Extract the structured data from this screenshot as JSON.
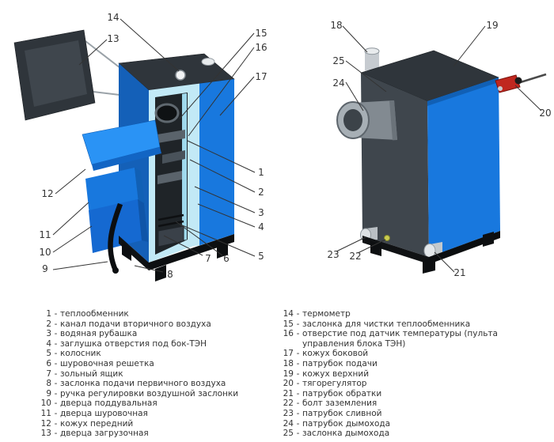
{
  "diagram": {
    "callouts": [
      "1",
      "2",
      "3",
      "4",
      "5",
      "6",
      "7",
      "8",
      "9",
      "10",
      "11",
      "12",
      "13",
      "14",
      "15",
      "16",
      "17",
      "18",
      "19",
      "20",
      "21",
      "22",
      "23",
      "24",
      "25"
    ]
  },
  "legend": {
    "sep": "-",
    "left": [
      {
        "num": "1",
        "text": "теплообменник"
      },
      {
        "num": "2",
        "text": "канал подачи вторичного воздуха"
      },
      {
        "num": "3",
        "text": "водяная рубашка"
      },
      {
        "num": "4",
        "text": "заглушка отверстия под бок-ТЭН"
      },
      {
        "num": "5",
        "text": "колосник"
      },
      {
        "num": "6",
        "text": "шуровочная решетка"
      },
      {
        "num": "7",
        "text": "зольный ящик"
      },
      {
        "num": "8",
        "text": "заслонка подачи первичного воздуха"
      },
      {
        "num": "9",
        "text": "ручка регулировки воздушной заслонки"
      },
      {
        "num": "10",
        "text": "дверца поддувальная"
      },
      {
        "num": "11",
        "text": "дверца шуровочная"
      },
      {
        "num": "12",
        "text": "кожух передний"
      },
      {
        "num": "13",
        "text": "дверца загрузочная"
      }
    ],
    "right": [
      {
        "num": "14",
        "text": "термометр"
      },
      {
        "num": "15",
        "text": "заслонка для чистки теплообменника"
      },
      {
        "num": "16",
        "text": "отверстие под датчик температуры (пульта управления блока ТЭН)"
      },
      {
        "num": "17",
        "text": "кожух боковой"
      },
      {
        "num": "18",
        "text": "патрубок подачи"
      },
      {
        "num": "19",
        "text": "кожух верхний"
      },
      {
        "num": "20",
        "text": "тягорегулятор"
      },
      {
        "num": "21",
        "text": "патрубок обратки"
      },
      {
        "num": "22",
        "text": "болт заземления"
      },
      {
        "num": "23",
        "text": "патрубок сливной"
      },
      {
        "num": "24",
        "text": "патрубок дымохода"
      },
      {
        "num": "25",
        "text": "заслонка дымохода"
      }
    ]
  },
  "colors": {
    "boiler-blue": "#1878de",
    "boiler-blue-dark": "#1460b8",
    "boiler-blue-bright": "#2a93f5",
    "water-jacket-cyan": "#c2e9f6",
    "casing-dark": "#2f353b",
    "casing-dark-2": "#3f464d",
    "metal-gray": "#a7afb5",
    "regulator-red": "#c0271f",
    "line-color": "#333333",
    "text-color": "#333333",
    "background": "#ffffff"
  }
}
